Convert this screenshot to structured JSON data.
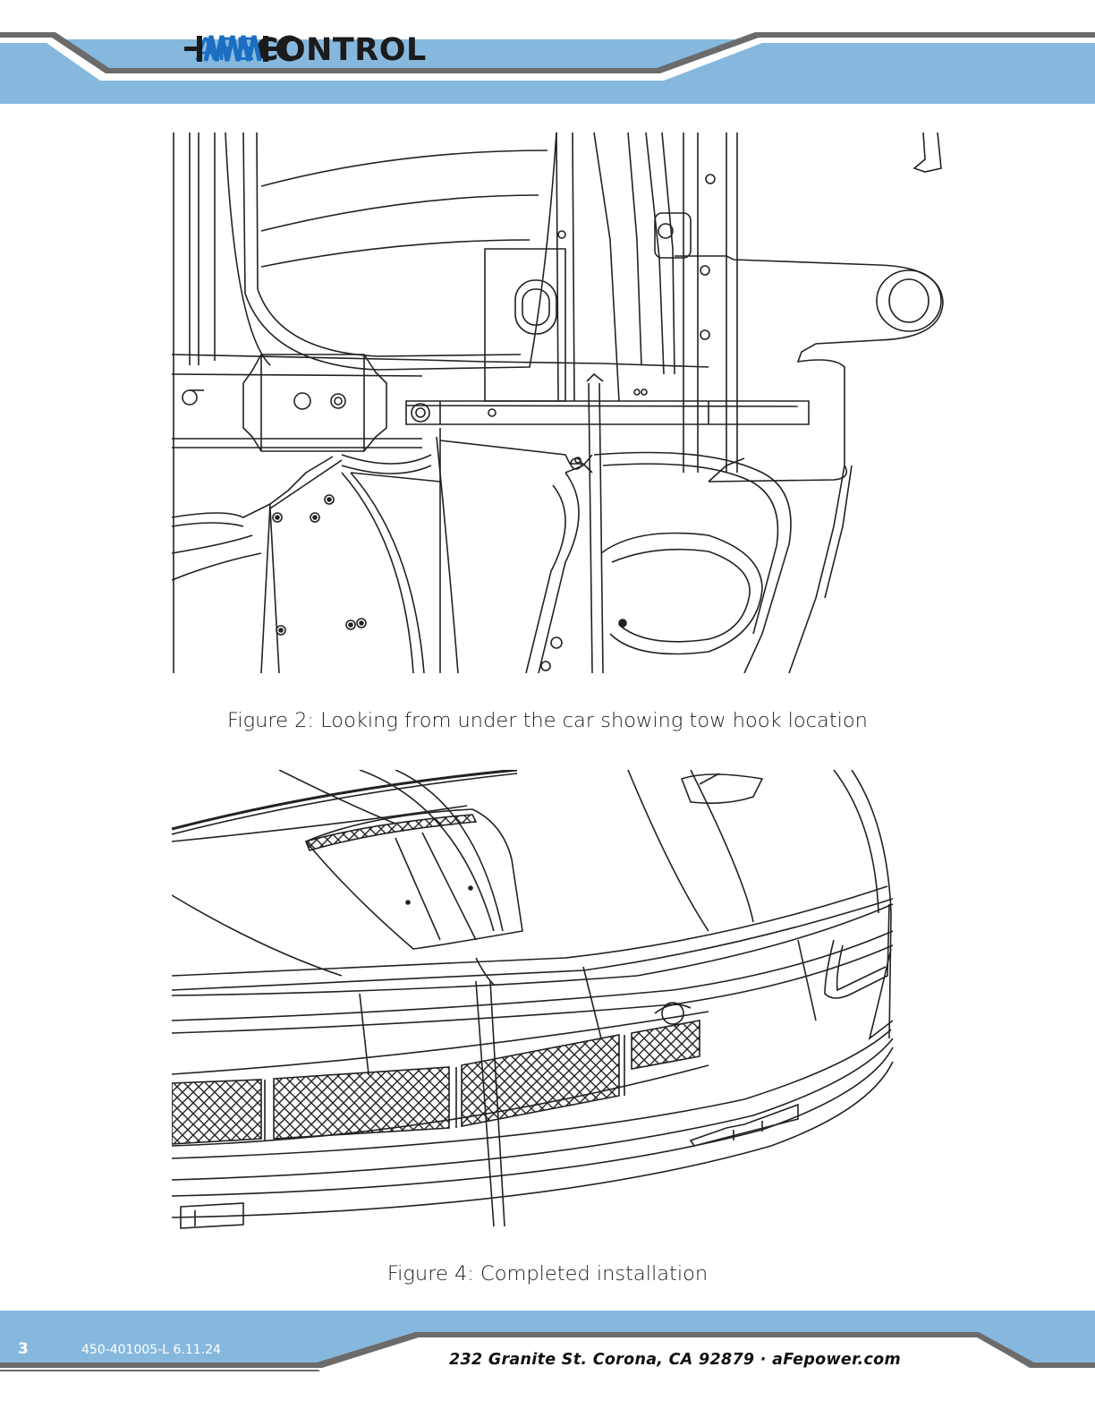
{
  "header": {
    "brand_prefix": "AFE",
    "brand_suffix": "CONTROL",
    "brand_color": "#1a6fc2",
    "band_color": "#86b8dd",
    "stripe_color": "#6b6b6b"
  },
  "figures": [
    {
      "caption": "Figure 2: Looking from under the car showing tow hook location"
    },
    {
      "caption": "Figure 4: Completed installation"
    }
  ],
  "footer": {
    "page_number": "3",
    "doc_code": "450-401005-L  6.11.24",
    "address": "232 Granite St. Corona, CA 92879 · aFepower.com"
  }
}
